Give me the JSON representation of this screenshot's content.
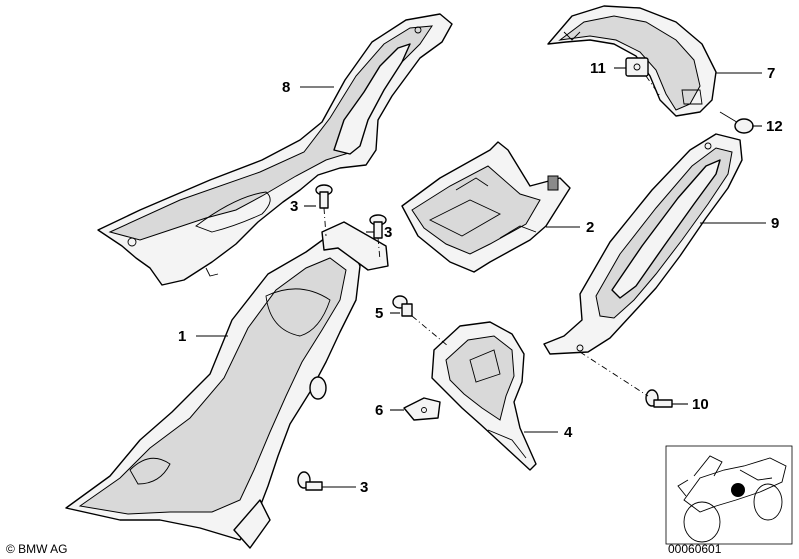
{
  "diagram": {
    "callouts": {
      "p1": "1",
      "p2": "2",
      "p3a": "3",
      "p3b": "3",
      "p3c": "3",
      "p4": "4",
      "p5": "5",
      "p6": "6",
      "p7": "7",
      "p8": "8",
      "p9": "9",
      "p10": "10",
      "p11": "11",
      "p12": "12"
    },
    "copyright": "© BMW AG",
    "drawing_number": "00060601"
  }
}
